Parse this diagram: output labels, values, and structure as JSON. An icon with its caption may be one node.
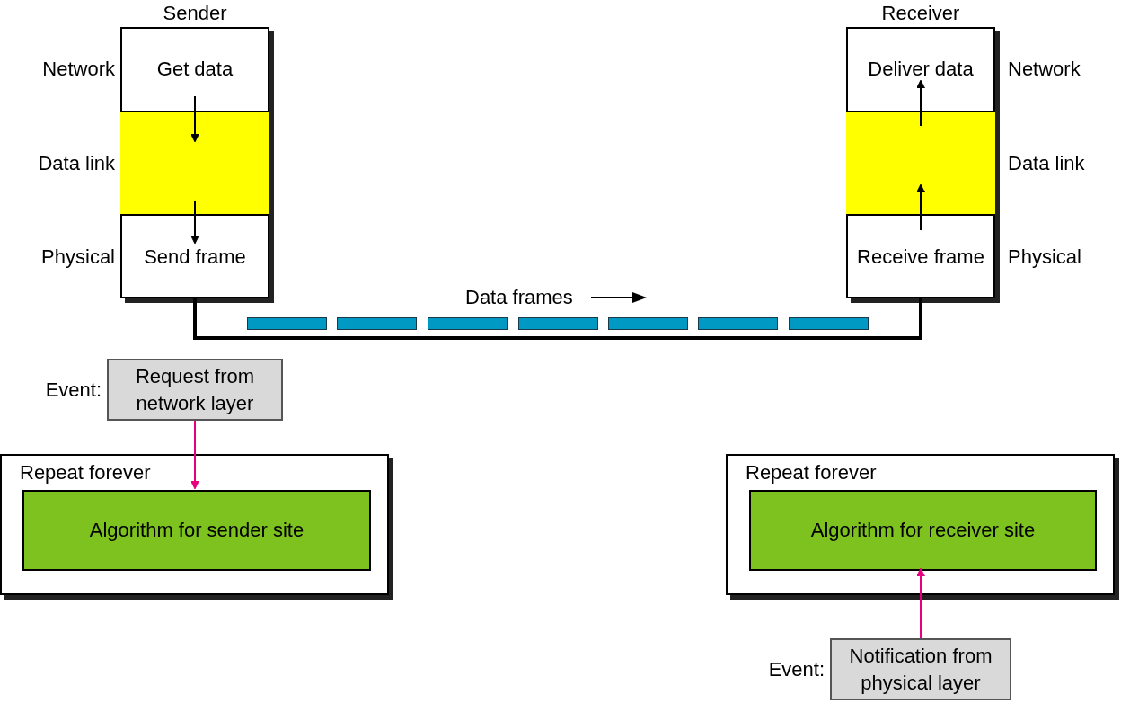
{
  "diagram": {
    "nodes": [
      {
        "text": [
          "Sender"
        ]
      },
      {
        "text": [
          "Get data"
        ],
        "in": 0,
        "beside": [
          "Network"
        ]
      },
      {
        "text": [],
        "shape": "box",
        "in": 0,
        "beside": [
          "Data link"
        ]
      },
      {
        "text": [
          "Send frame"
        ],
        "in": 0,
        "beside": [
          "Physical"
        ]
      },
      {
        "text": [
          "Receiver"
        ]
      },
      {
        "text": [
          "Deliver data"
        ],
        "in": 4,
        "beside": [
          "Network"
        ]
      },
      {
        "text": [],
        "shape": "box",
        "in": 4,
        "beside": [
          "Data link"
        ]
      },
      {
        "text": [
          "Receive frame"
        ],
        "in": 4,
        "beside": [
          "Physical"
        ]
      },
      {
        "text": [],
        "shape": "bar"
      },
      {
        "text": [],
        "shape": "bar"
      },
      {
        "text": [],
        "shape": "bar"
      },
      {
        "text": [],
        "shape": "bar"
      },
      {
        "text": [],
        "shape": "bar"
      },
      {
        "text": [],
        "shape": "bar"
      },
      {
        "text": [],
        "shape": "bar"
      },
      {
        "text": [
          "Request from network layer"
        ],
        "beside": [
          "Event:"
        ]
      },
      {
        "text": [
          "Repeat forever"
        ]
      },
      {
        "text": [
          "Algorithm for sender site"
        ],
        "in": 16
      },
      {
        "text": [
          "Repeat forever"
        ]
      },
      {
        "text": [
          "Algorithm for receiver site"
        ],
        "in": 18
      },
      {
        "text": [
          "Notification from physical layer"
        ],
        "beside": [
          "Event:"
        ]
      }
    ],
    "edges": [
      {
        "from": 1,
        "to": 2,
        "arrow": "to"
      },
      {
        "from": 2,
        "to": 3,
        "arrow": "to"
      },
      {
        "from": 3,
        "to": 7,
        "arrow": "none",
        "style": "thick"
      },
      {
        "from": 7,
        "to": 6,
        "arrow": "to"
      },
      {
        "from": 6,
        "to": 5,
        "arrow": "to"
      },
      {
        "from": 15,
        "to": 17,
        "arrow": "to",
        "color": "#e6007e"
      },
      {
        "from": 20,
        "to": 19,
        "arrow": "to",
        "color": "#e6007e"
      }
    ],
    "labels": [
      "Data frames"
    ]
  }
}
